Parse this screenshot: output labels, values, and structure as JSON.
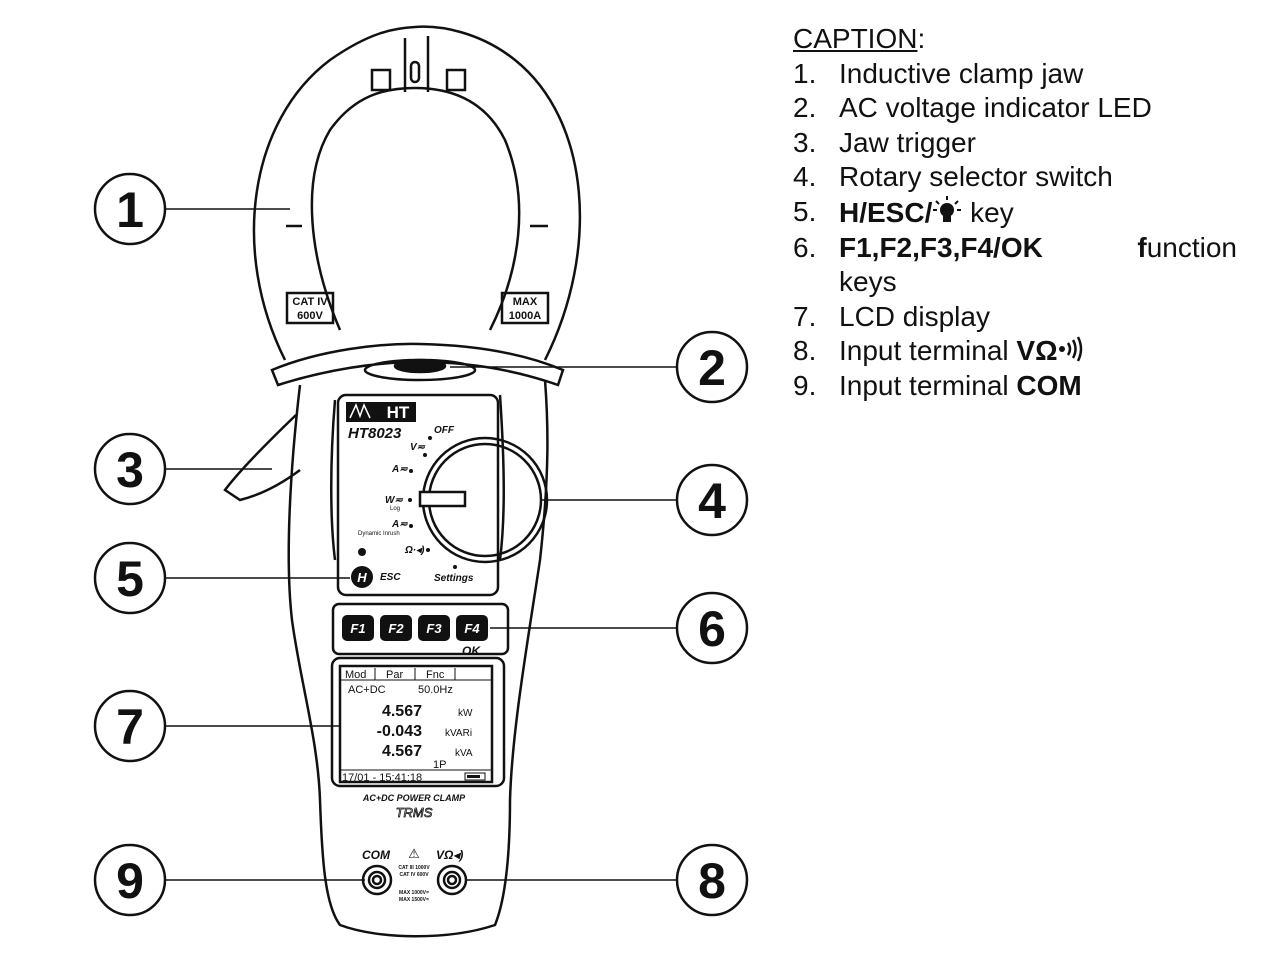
{
  "callouts": [
    "1",
    "2",
    "3",
    "4",
    "5",
    "6",
    "7",
    "8",
    "9"
  ],
  "caption": {
    "title": "CAPTION",
    "colon": ":",
    "items": [
      {
        "num": "1.",
        "text": "Inductive clamp jaw"
      },
      {
        "num": "2.",
        "text": "AC voltage indicator LED"
      },
      {
        "num": "3.",
        "text": "Jaw trigger"
      },
      {
        "num": "4.",
        "text": "Rotary selector switch"
      },
      {
        "num": "5.",
        "bold": "H/ESC/",
        "suffix": " key",
        "icon": "light-bulb-icon"
      },
      {
        "num": "6.",
        "bold": "F1,F2,F3,F4/OK",
        "suffix_bold": "f",
        "suffix": "unction",
        "line2": "keys"
      },
      {
        "num": "7.",
        "text": "LCD display"
      },
      {
        "num": "8.",
        "text": "Input terminal ",
        "bold": "VΩ",
        "icon": "sound-icon"
      },
      {
        "num": "9.",
        "text": "Input terminal ",
        "bold": "COM"
      }
    ]
  },
  "device": {
    "brand": "HT",
    "model": "HT8023",
    "cat_left": [
      "CAT IV",
      "600V"
    ],
    "cat_right": [
      "MAX",
      "1000A"
    ],
    "dial": {
      "off": "OFF",
      "v": "V≂",
      "a1": "A≂",
      "w": "W≂",
      "log": "Log",
      "a2": "A≂",
      "inrush": "Dynamic Inrush",
      "ohm": "Ω·◂)",
      "settings": "Settings"
    },
    "h_key": "H",
    "esc": "ESC",
    "fkeys": [
      "F1",
      "F2",
      "F3",
      "F4"
    ],
    "ok": "OK",
    "lcd": {
      "tabs": [
        "Mod",
        "Par",
        "Fnc"
      ],
      "mode": "AC+DC",
      "freq": "50.0Hz",
      "rows": [
        {
          "value": "4.567",
          "unit": "kW"
        },
        {
          "value": "-0.043",
          "unit": "kVARi"
        },
        {
          "value": "4.567",
          "unit": "kVA"
        }
      ],
      "phase": "1P",
      "datetime": "17/01 - 15:41:18"
    },
    "product_line": "AC+DC POWER CLAMP",
    "trms": "TRMS",
    "com": "COM",
    "vohm": "VΩ◂)",
    "warning": "⚠",
    "terminal_rating": [
      "CAT III 1000V",
      "CAT IV 600V",
      "MAX 1000V=",
      "MAX 1500V="
    ]
  }
}
